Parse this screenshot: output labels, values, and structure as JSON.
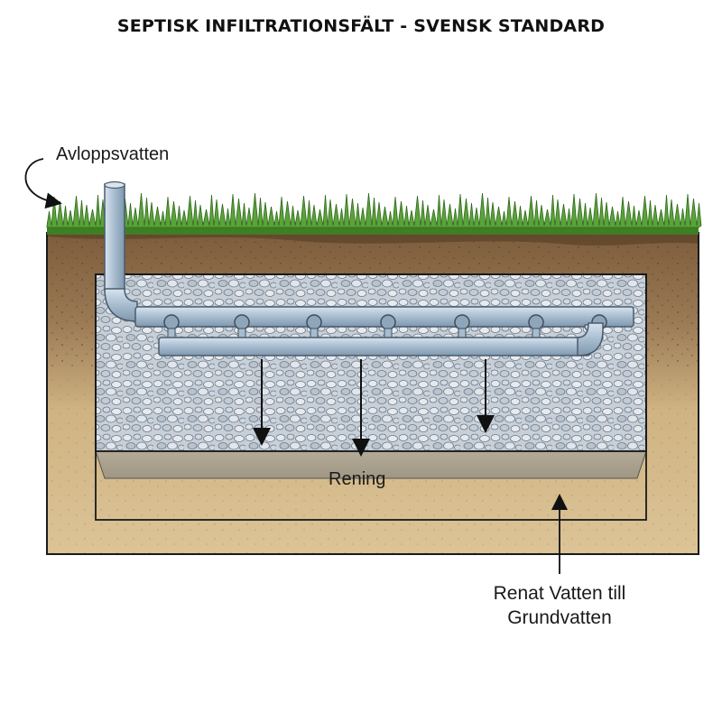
{
  "title": "SEPTISK INFILTRATIONSFÄLT - SVENSK STANDARD",
  "labels": {
    "inlet": "Avloppsvatten",
    "treatment": "Rening",
    "outlet_line1": "Renat Vatten till",
    "outlet_line2": "Grundvatten"
  },
  "colors": {
    "grass": "#4e9a2b",
    "topsoil": "#8a6a48",
    "subsoil": "#d9bf8c",
    "gravel": "#c9cfd6",
    "pipe": "#a9bccd",
    "outline": "#1a1a1a"
  }
}
